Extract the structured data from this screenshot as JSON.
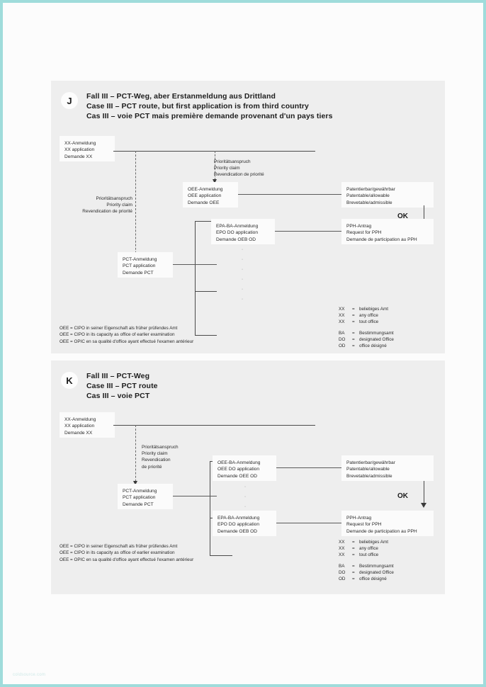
{
  "page": {
    "background": "#fcfcfc",
    "border_color": "#9fdcdb",
    "panel_background": "#eeeeee",
    "watermark": "coldsource.com"
  },
  "diagrams": [
    {
      "badge": "J",
      "heading": {
        "de": "Fall III – PCT-Weg, aber Erstanmeldung aus Drittland",
        "en": "Case III – PCT route, but first application is from third country",
        "fr": "Cas III – voie PCT mais première demande provenant d'un pays tiers"
      },
      "boxes": {
        "xx_application": "XX-Anmeldung\nXX application\nDemande XX",
        "oee_application": "OEE-Anmeldung\nOEE application\nDemande OEE",
        "pct_application": "PCT-Anmeldung\nPCT application\nDemande PCT",
        "epo_do_application": "EPA-BA-Anmeldung\nEPO DO application\nDemande OEB OD",
        "patentable": "Patentierbar/gewährbar\nPatentable/allowable\nBrevetable/admissible",
        "pph_request": "PPH-Antrag\nRequest for PPH\nDemande de participation au PPH"
      },
      "labels": {
        "priority_claim_right": "Prioritätsanspruch\nPriority claim\nRevendication de priorité",
        "priority_claim_left": "Prioritätsanspruch\nPriority claim\nRevendication de priorité",
        "ok": "OK",
        "dots": "·\n·\n·\n·\n·\n·"
      },
      "legend": "OEE = CIPO in seiner Eigenschaft als früher prüfendes Amt\nOEE = CIPO in its capacity as office of earlier examination\nOEE = OPIC en sa qualité d'office ayant effectué l'examen antérieur",
      "abbreviations": [
        {
          "key": "XX",
          "eq": "=",
          "value": "beliebiges Amt"
        },
        {
          "key": "XX",
          "eq": "=",
          "value": "any office"
        },
        {
          "key": "XX",
          "eq": "=",
          "value": "tout office"
        },
        {
          "key": "BA",
          "eq": "=",
          "value": "Bestimmungsamt"
        },
        {
          "key": "DO",
          "eq": "=",
          "value": "designated Office"
        },
        {
          "key": "OD",
          "eq": "=",
          "value": "office désigné"
        }
      ]
    },
    {
      "badge": "K",
      "heading": {
        "de": "Fall III – PCT-Weg",
        "en": "Case III – PCT route",
        "fr": "Cas III – voie PCT"
      },
      "boxes": {
        "xx_application": "XX-Anmeldung\nXX application\nDemande XX",
        "pct_application": "PCT-Anmeldung\nPCT application\nDemande PCT",
        "oee_do_application": "OEE-BA-Anmeldung\nOEE DO application\nDemande OEE OD",
        "epo_do_application": "EPA-BA-Anmeldung\nEPO DO application\nDemande OEB OD",
        "patentable": "Patentierbar/gewährbar\nPatentable/allowable\nBrevetable/admissible",
        "pph_request": "PPH-Antrag\nRequest for PPH\nDemande de participation au PPH"
      },
      "labels": {
        "priority_claim": "Prioritätsanspruch\nPriority claim\nRevendication\nde priorité",
        "ok": "OK",
        "dots": "·\n·\n·\n·\n·"
      },
      "legend": "OEE = CIPO in seiner Eigenschaft als früher prüfendes Amt\nOEE = CIPO in its capacity as office of earlier examination\nOEE = OPIC en sa qualité d'office ayant effectué l'examen antérieur",
      "abbreviations": [
        {
          "key": "XX",
          "eq": "=",
          "value": "beliebiges Amt"
        },
        {
          "key": "XX",
          "eq": "=",
          "value": "any office"
        },
        {
          "key": "XX",
          "eq": "=",
          "value": "tout office"
        },
        {
          "key": "BA",
          "eq": "=",
          "value": "Bestimmungsamt"
        },
        {
          "key": "DO",
          "eq": "=",
          "value": "designated Office"
        },
        {
          "key": "OD",
          "eq": "=",
          "value": "office désigné"
        }
      ]
    }
  ]
}
